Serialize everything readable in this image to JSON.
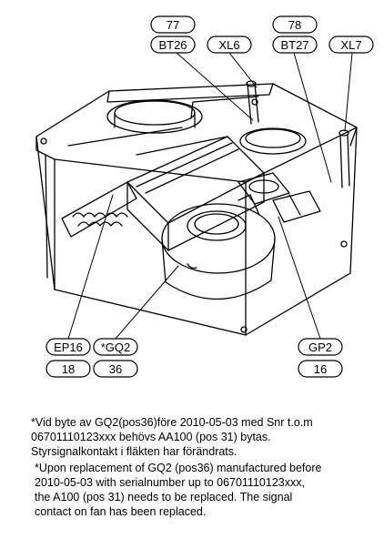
{
  "callouts": {
    "bt26_pos": "77",
    "bt26": "BT26",
    "xl6": "XL6",
    "bt27_pos": "78",
    "bt27": "BT27",
    "xl7": "XL7",
    "ep16": "EP16",
    "ep16_pos": "18",
    "gq2": "*GQ2",
    "gq2_pos": "36",
    "gp2": "GP2",
    "gp2_pos": "16"
  },
  "notes": {
    "swedish": [
      "*Vid byte av GQ2(pos36)före 2010-05-03 med Snr t.o.m",
      "06701110123xxx behövs AA100 (pos 31) bytas.",
      "Styrsignalkontakt i fläkten har förändrats."
    ],
    "english": [
      "*Upon replacement of GQ2 (pos36) manufactured before",
      "2010-05-03 with serialnumber up to 06701110123xxx,",
      "the A100 (pos 31) needs to be replaced. The signal",
      "contact on fan has been replaced."
    ]
  }
}
